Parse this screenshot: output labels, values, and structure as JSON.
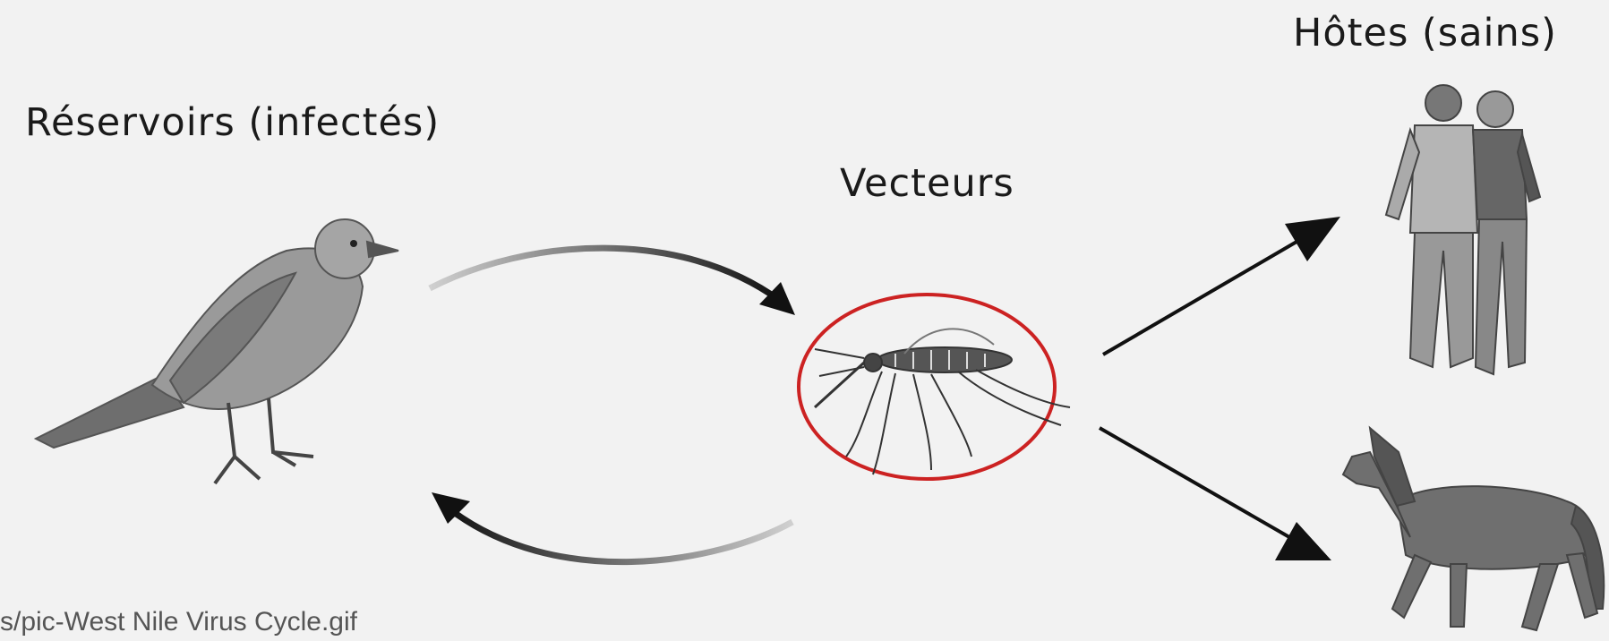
{
  "labels": {
    "reservoirs": "Réservoirs (infectés)",
    "vectors": "Vecteurs",
    "hosts": "Hôtes (sains)"
  },
  "caption": "s/pic-West  Nile  Virus  Cycle.gif",
  "colors": {
    "background": "#f2f2f2",
    "highlight_circle": "#cc2222",
    "arrows": "#111111"
  },
  "icons": [
    "bird-icon",
    "mosquito-icon",
    "humans-icon",
    "horse-icon"
  ]
}
